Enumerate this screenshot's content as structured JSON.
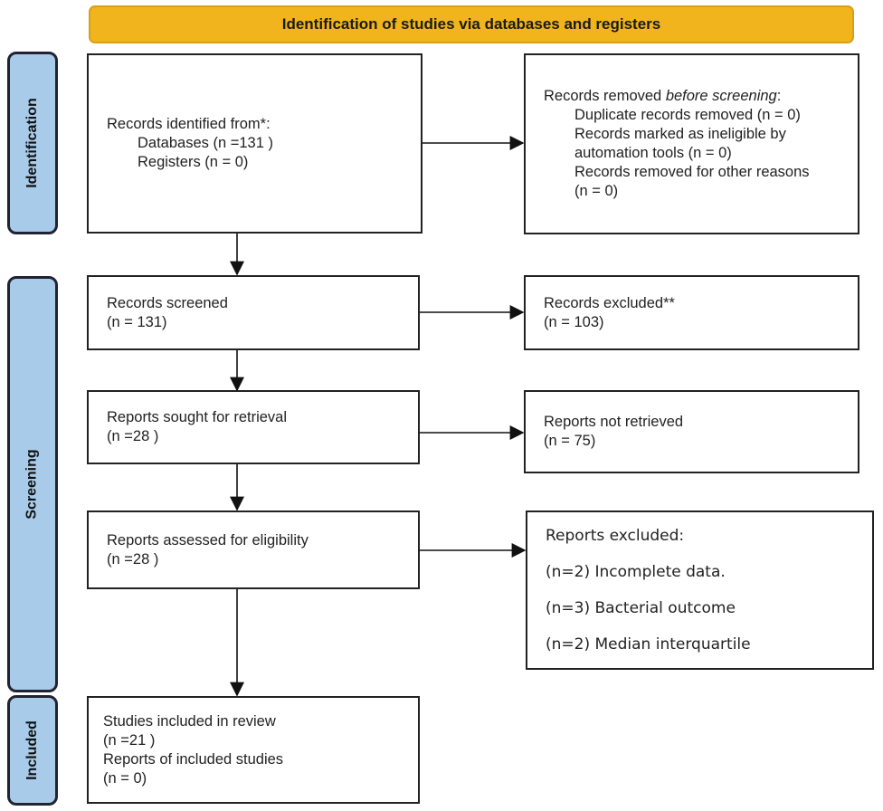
{
  "header": "Identification of studies via databases and registers",
  "phases": {
    "identification": "Identification",
    "screening": "Screening",
    "included": "Included"
  },
  "boxes": {
    "identified": {
      "title": "Records identified from*:",
      "lines": [
        "Databases (n =131 )",
        "Registers (n = 0)"
      ]
    },
    "removed": {
      "title_a": "Records removed ",
      "title_b": "before screening",
      "title_c": ":",
      "lines": [
        "Duplicate records removed (n = 0)",
        "Records marked as ineligible by automation tools (n = 0)",
        "Records removed for other reasons (n = 0)"
      ]
    },
    "screened": {
      "title": "Records screened",
      "n": "(n = 131)"
    },
    "excluded": {
      "title": "Records excluded**",
      "n": "(n = 103)"
    },
    "sought": {
      "title": "Reports sought for retrieval",
      "n": "(n =28 )"
    },
    "not_retrieved": {
      "title": "Reports not retrieved",
      "n": "(n = 75)"
    },
    "assessed": {
      "title": "Reports assessed for eligibility",
      "n": "(n =28 )"
    },
    "reports_excluded": {
      "title": "Reports excluded:",
      "lines": [
        "(n=2) Incomplete data.",
        "(n=3) Bacterial outcome",
        "(n=2) Median interquartile"
      ]
    },
    "included": {
      "lines": [
        "Studies included in review",
        "(n =21 )",
        "Reports of included studies",
        "(n = 0)"
      ]
    }
  },
  "colors": {
    "header": "#f2b41c",
    "phase": "#a8cbe9"
  }
}
